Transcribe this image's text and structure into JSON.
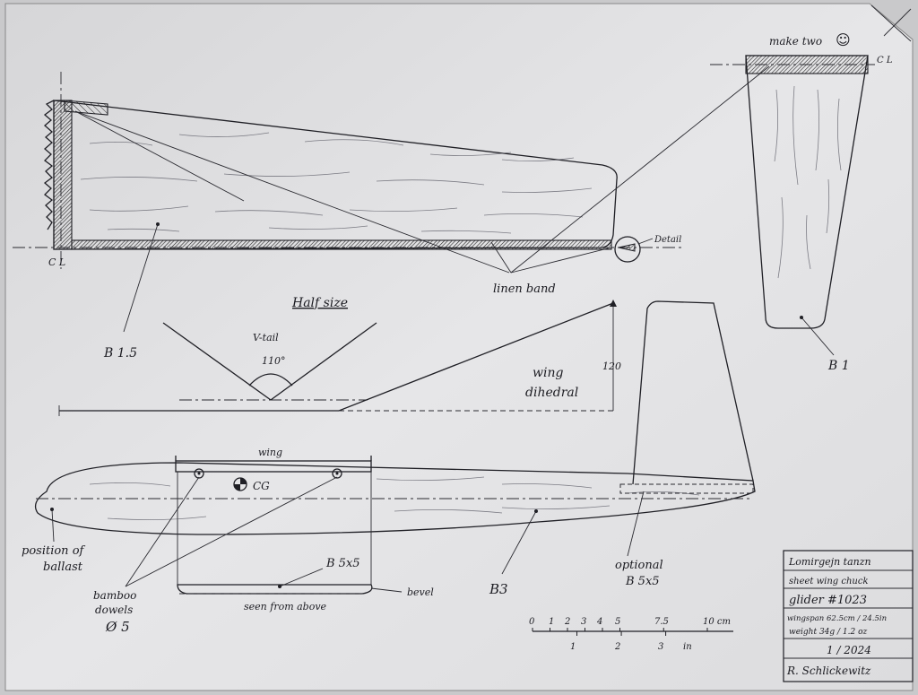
{
  "drawing": {
    "centerline_top": "C L",
    "centerline_left": "C L",
    "make_two": "make two",
    "smiley": "☺",
    "detail": "Detail",
    "linen_band": "linen band",
    "half_size": "Half size",
    "b15": "B 1.5",
    "b1": "B 1",
    "vtail": "V-tail",
    "angle": "110°",
    "wing_dihedral_1": "wing",
    "wing_dihedral_2": "dihedral",
    "dim_120": "120",
    "wing": "wing",
    "cg": "CG",
    "ballast_1": "position of",
    "ballast_2": "ballast",
    "bamboo_1": "bamboo",
    "bamboo_2": "dowels",
    "bamboo_3": "Ø 5",
    "b5x5": "B 5x5",
    "bevel": "bevel",
    "seen_from_above": "seen from above",
    "b3": "B3",
    "optional_1": "optional",
    "optional_2": "B 5x5"
  },
  "scale": {
    "cm_ticks": [
      "0",
      "1",
      "2",
      "3",
      "4",
      "5",
      "7.5",
      "10 cm"
    ],
    "in_ticks": [
      "1",
      "2",
      "3",
      "in"
    ]
  },
  "title_block": {
    "title": "Lomirgejn tanzn",
    "subtitle": "sheet wing chuck",
    "model": "glider #1023",
    "wingspan": "wingspan 62.5cm / 24.5in",
    "weight": "weight 34g / 1.2 oz",
    "date": "1 / 2024",
    "signature": "R. Schlickewitz"
  },
  "colors": {
    "paper": "#e4e4e6",
    "ink": "#1f1f25"
  }
}
